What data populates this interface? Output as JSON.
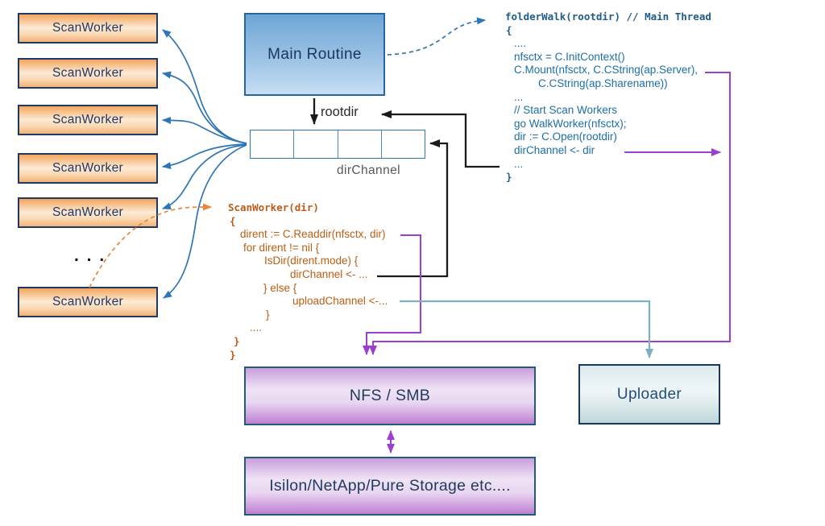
{
  "workers": {
    "items": [
      {
        "label": "ScanWorker"
      },
      {
        "label": "ScanWorker"
      },
      {
        "label": "ScanWorker"
      },
      {
        "label": "ScanWorker"
      },
      {
        "label": "ScanWorker"
      },
      {
        "label": "ScanWorker"
      }
    ],
    "ellipsis": ". . ."
  },
  "main_routine": {
    "label": "Main Routine"
  },
  "channel": {
    "rootdir_label": "rootdir",
    "label": "dirChannel",
    "slots": 4
  },
  "boxes": {
    "nfs": {
      "label": "NFS / SMB"
    },
    "storage": {
      "label": "Isilon/NetApp/Pure Storage etc...."
    },
    "uploader": {
      "label": "Uploader"
    }
  },
  "code_folderwalk": {
    "lines": [
      "folderWalk(rootdir) // Main Thread",
      "{",
      "....",
      "nfsctx = C.InitContext()",
      "C.Mount(nfsctx, C.CString(ap.Server),",
      "C.CString(ap.Sharename))",
      "...",
      "// Start Scan Workers",
      "go WalkWorker(nfsctx);",
      "dir := C.Open(rootdir)",
      "dirChannel <- dir",
      "...",
      "}"
    ]
  },
  "code_scanworker": {
    "lines": [
      "ScanWorker(dir)",
      "{",
      "dirent := C.Readdir(nfsctx, dir)",
      "for dirent != nil {",
      "IsDir(dirent.mode) {",
      "dirChannel <- ...",
      "} else {",
      "uploadChannel <-...",
      "}",
      "....",
      "}",
      "}"
    ]
  },
  "colors": {
    "blue_arrow": "#2E75B6",
    "orange_arrow": "#E8873C",
    "black_arrow": "#1A1A1A",
    "purple_arrow": "#9C3FD0",
    "teal_arrow": "#7FAFBE",
    "worker_border": "#1F3864",
    "code_blue": "#1B6EA8",
    "code_orange": "#BD5D11"
  }
}
